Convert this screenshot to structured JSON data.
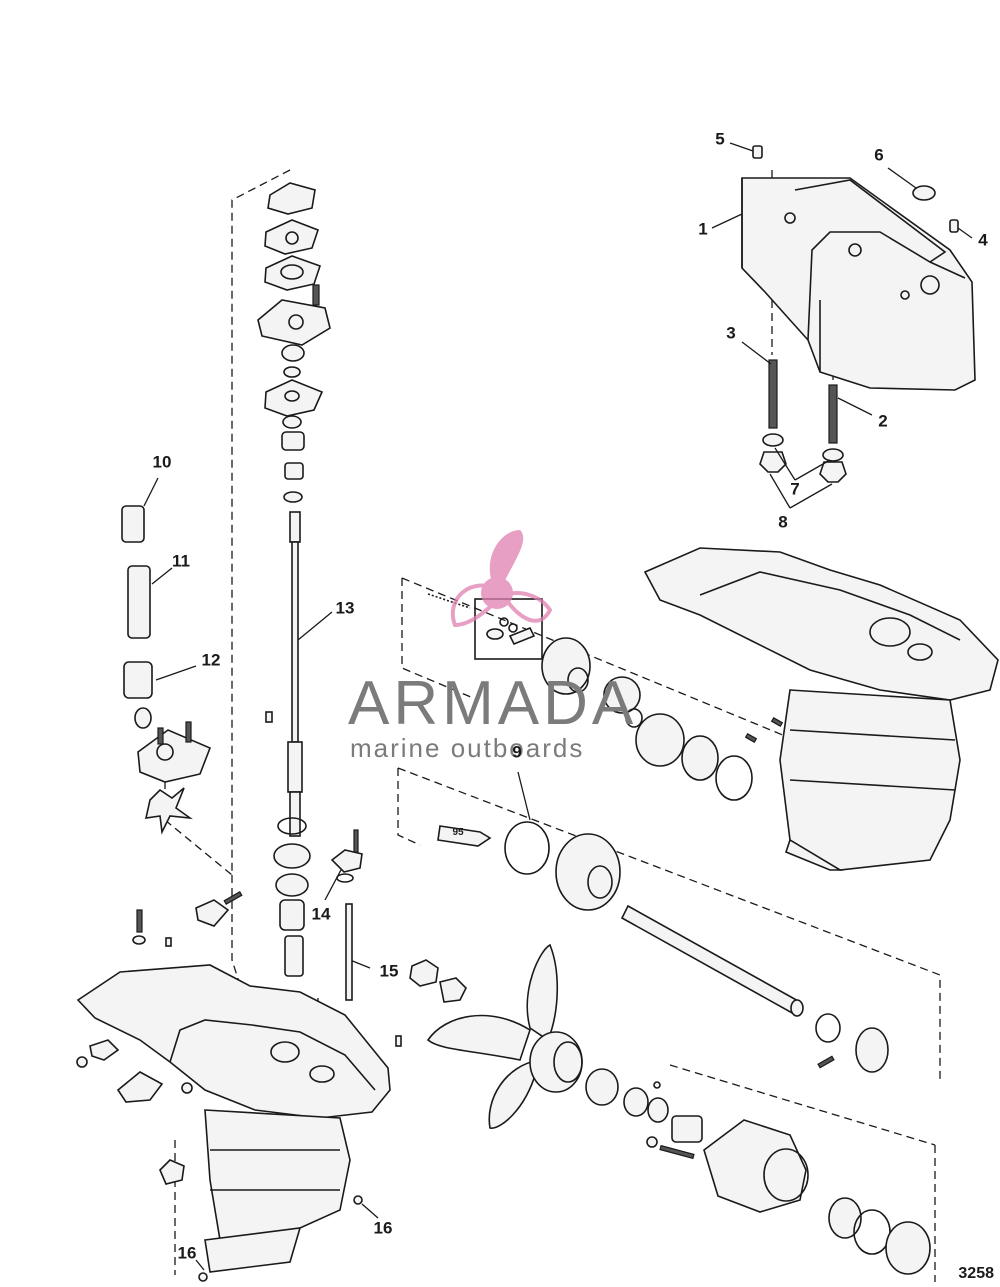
{
  "figure_number": "3258",
  "watermark": {
    "title": "ARMADA",
    "subtitle": "marine outboards",
    "color": "#e07fb0"
  },
  "tube_label": "95",
  "callouts": [
    {
      "id": "c1",
      "text": "1"
    },
    {
      "id": "c2",
      "text": "2"
    },
    {
      "id": "c3",
      "text": "3"
    },
    {
      "id": "c4",
      "text": "4"
    },
    {
      "id": "c5",
      "text": "5"
    },
    {
      "id": "c6",
      "text": "6"
    },
    {
      "id": "c7",
      "text": "7"
    },
    {
      "id": "c8",
      "text": "8"
    },
    {
      "id": "c9",
      "text": "9"
    },
    {
      "id": "c10",
      "text": "10"
    },
    {
      "id": "c11",
      "text": "11"
    },
    {
      "id": "c12",
      "text": "12"
    },
    {
      "id": "c13",
      "text": "13"
    },
    {
      "id": "c14",
      "text": "14"
    },
    {
      "id": "c15",
      "text": "15"
    },
    {
      "id": "c16a",
      "text": "16"
    },
    {
      "id": "c16b",
      "text": "16"
    }
  ]
}
